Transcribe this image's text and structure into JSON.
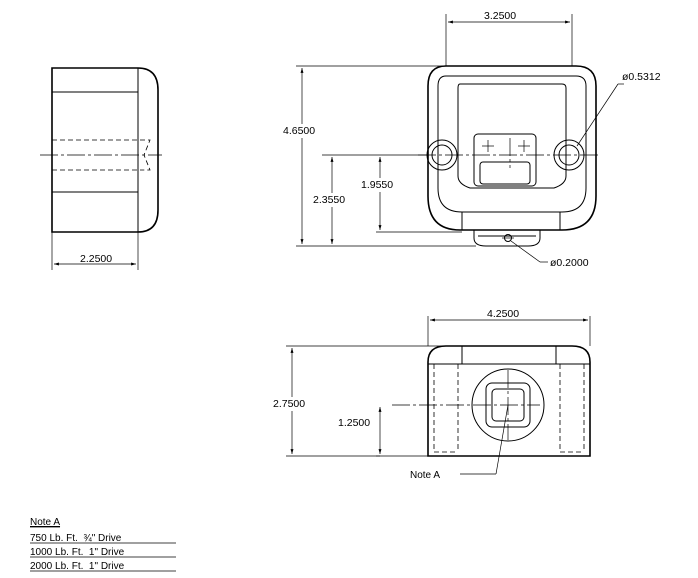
{
  "dimensions": {
    "side_width": "2.2500",
    "front_width": "3.2500",
    "front_height": "4.6500",
    "hole_center_height": "2.3550",
    "window_center_height": "1.9550",
    "hole_diameter": "ø0.5312",
    "small_hole_diameter": "ø0.2000",
    "bottom_width": "4.2500",
    "bottom_height": "2.7500",
    "bottom_center_height": "1.2500"
  },
  "callouts": {
    "note_pointer": "Note A"
  },
  "note_table": {
    "title": "Note A",
    "rows": [
      "750 Lb. Ft.  ¾\" Drive",
      "1000 Lb. Ft.  1\" Drive",
      "2000 Lb. Ft.  1\" Drive"
    ]
  }
}
